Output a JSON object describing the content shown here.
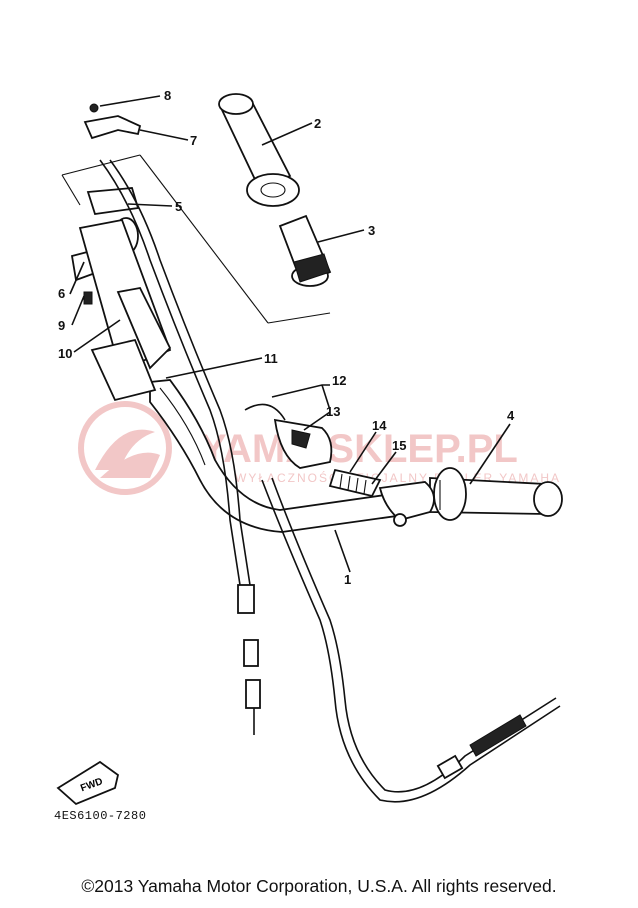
{
  "watermark": {
    "main": "YAMA-SKLEP.PL",
    "sub": "WYŁĄCZNOŚĆ OFICJALNY DEALER YAMAHA"
  },
  "callouts": [
    "1",
    "2",
    "3",
    "4",
    "5",
    "6",
    "7",
    "8",
    "9",
    "10",
    "11",
    "12",
    "13",
    "14",
    "15"
  ],
  "fwd_badge": "FWD",
  "diagram_code": "4ES6100-7280",
  "copyright": "©2013 Yamaha Motor Corporation, U.S.A. All rights reserved."
}
